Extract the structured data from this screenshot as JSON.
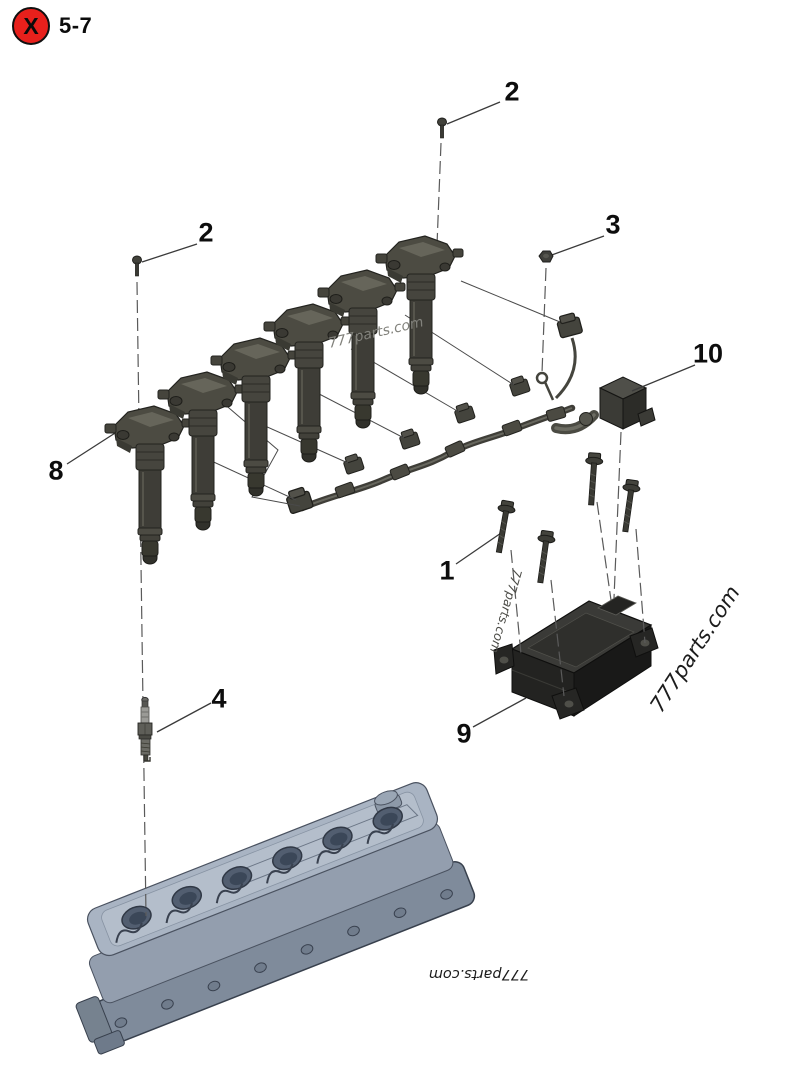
{
  "header": {
    "badge_symbol": "X",
    "badge_color": "#e8201c",
    "figure_ref": "5-7"
  },
  "callouts": [
    {
      "part": "mounting-bolt-top",
      "label": "2"
    },
    {
      "part": "mounting-bolt-left",
      "label": "2"
    },
    {
      "part": "flange-nut",
      "label": "3"
    },
    {
      "part": "spark-plug",
      "label": "4"
    },
    {
      "part": "ignition-coil",
      "label": "8"
    },
    {
      "part": "module-mounting-bolt",
      "label": "1"
    },
    {
      "part": "ignition-control-module",
      "label": "9"
    },
    {
      "part": "harness-connector",
      "label": "10"
    }
  ],
  "watermarks": [
    {
      "text": "777parts.com"
    },
    {
      "text": "777parts.com"
    },
    {
      "text": "777parts.com"
    },
    {
      "text": "777parts.com"
    }
  ],
  "colors": {
    "coil": "#45443c",
    "module": "#2b2b28",
    "valve_cover": "#a2adbc",
    "leader_line": "#3c3c3c"
  }
}
